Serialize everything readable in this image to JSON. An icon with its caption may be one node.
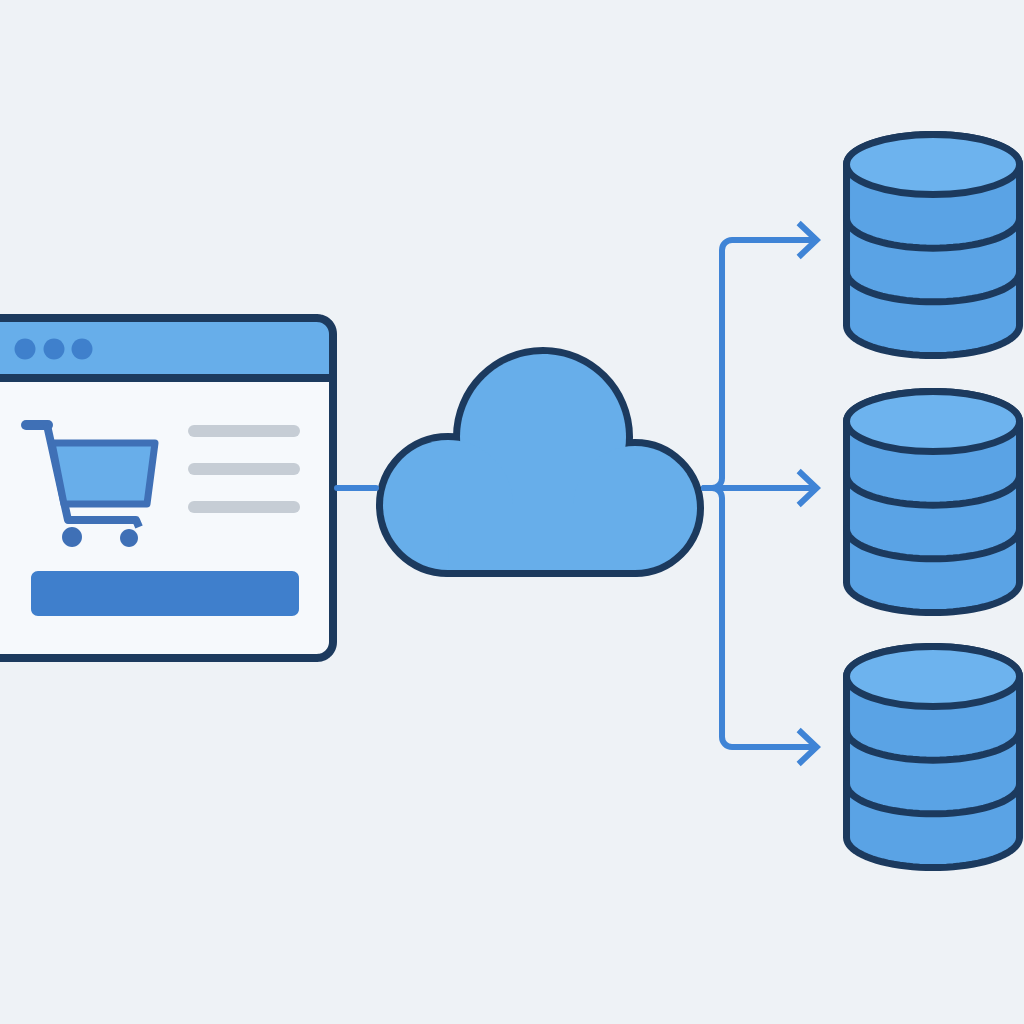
{
  "diagram": {
    "nodes": [
      {
        "text": [],
        "shape": "picture"
      },
      {
        "text": [],
        "shape": "cloud"
      },
      {
        "text": [],
        "shape": "cylinder"
      },
      {
        "text": [],
        "shape": "cylinder"
      },
      {
        "text": [],
        "shape": "cylinder"
      }
    ],
    "edges": [
      {
        "from": 0,
        "to": 1,
        "arrow": "none"
      },
      {
        "from": 1,
        "to": 2,
        "arrow": "to"
      },
      {
        "from": 1,
        "to": 3,
        "arrow": "to"
      },
      {
        "from": 1,
        "to": 4,
        "arrow": "to"
      }
    ]
  }
}
